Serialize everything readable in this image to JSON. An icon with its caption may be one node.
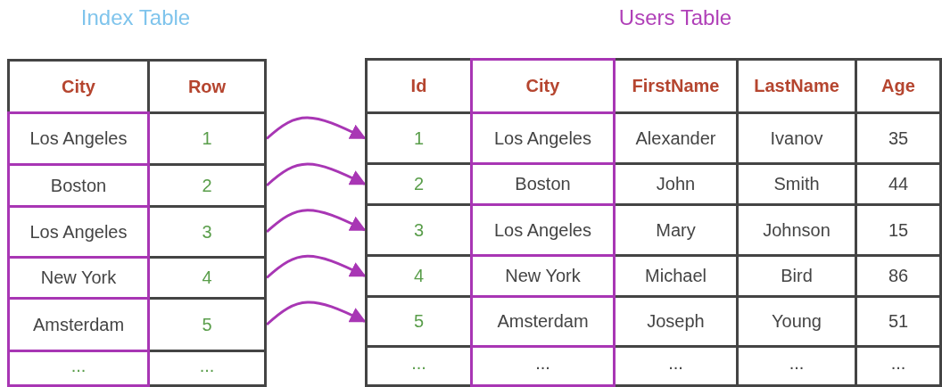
{
  "diagram": {
    "nodes": [
      {
        "text": [
          "Index Table"
        ]
      },
      {
        "text": [
          "City"
        ],
        "in": 0
      },
      {
        "text": [
          "Row"
        ],
        "in": 0
      },
      {
        "text": [
          "Los Angeles"
        ],
        "in": 0
      },
      {
        "text": [
          "1"
        ],
        "in": 0
      },
      {
        "text": [
          "Boston"
        ],
        "in": 0
      },
      {
        "text": [
          "2"
        ],
        "in": 0
      },
      {
        "text": [
          "Los Angeles"
        ],
        "in": 0
      },
      {
        "text": [
          "3"
        ],
        "in": 0
      },
      {
        "text": [
          "New York"
        ],
        "in": 0
      },
      {
        "text": [
          "4"
        ],
        "in": 0
      },
      {
        "text": [
          "Amsterdam"
        ],
        "in": 0
      },
      {
        "text": [
          "5"
        ],
        "in": 0
      },
      {
        "text": [
          "..."
        ],
        "in": 0
      },
      {
        "text": [
          "..."
        ],
        "in": 0
      },
      {
        "text": [
          "Users Table"
        ]
      },
      {
        "text": [
          "Id"
        ],
        "in": 15
      },
      {
        "text": [
          "City"
        ],
        "in": 15
      },
      {
        "text": [
          "FirstName"
        ],
        "in": 15
      },
      {
        "text": [
          "LastName"
        ],
        "in": 15
      },
      {
        "text": [
          "Age"
        ],
        "in": 15
      },
      {
        "text": [
          "1"
        ],
        "in": 15
      },
      {
        "text": [
          "Los Angeles"
        ],
        "in": 15
      },
      {
        "text": [
          "Alexander"
        ],
        "in": 15
      },
      {
        "text": [
          "Ivanov"
        ],
        "in": 15
      },
      {
        "text": [
          "35"
        ],
        "in": 15
      },
      {
        "text": [
          "2"
        ],
        "in": 15
      },
      {
        "text": [
          "Boston"
        ],
        "in": 15
      },
      {
        "text": [
          "John"
        ],
        "in": 15
      },
      {
        "text": [
          "Smith"
        ],
        "in": 15
      },
      {
        "text": [
          "44"
        ],
        "in": 15
      },
      {
        "text": [
          "3"
        ],
        "in": 15
      },
      {
        "text": [
          "Los Angeles"
        ],
        "in": 15
      },
      {
        "text": [
          "Mary"
        ],
        "in": 15
      },
      {
        "text": [
          "Johnson"
        ],
        "in": 15
      },
      {
        "text": [
          "15"
        ],
        "in": 15
      },
      {
        "text": [
          "4"
        ],
        "in": 15
      },
      {
        "text": [
          "New York"
        ],
        "in": 15
      },
      {
        "text": [
          "Michael"
        ],
        "in": 15
      },
      {
        "text": [
          "Bird"
        ],
        "in": 15
      },
      {
        "text": [
          "86"
        ],
        "in": 15
      },
      {
        "text": [
          "5"
        ],
        "in": 15
      },
      {
        "text": [
          "Amsterdam"
        ],
        "in": 15
      },
      {
        "text": [
          "Joseph"
        ],
        "in": 15
      },
      {
        "text": [
          "Young"
        ],
        "in": 15
      },
      {
        "text": [
          "51"
        ],
        "in": 15
      },
      {
        "text": [
          "..."
        ],
        "in": 15
      },
      {
        "text": [
          "..."
        ],
        "in": 15
      },
      {
        "text": [
          "..."
        ],
        "in": 15
      },
      {
        "text": [
          "..."
        ],
        "in": 15
      },
      {
        "text": [
          "..."
        ],
        "in": 15
      }
    ],
    "edges": [
      {
        "from": 4,
        "to": 21,
        "arrow": "to"
      },
      {
        "from": 6,
        "to": 26,
        "arrow": "to"
      },
      {
        "from": 8,
        "to": 31,
        "arrow": "to"
      },
      {
        "from": 10,
        "to": 36,
        "arrow": "to"
      },
      {
        "from": 12,
        "to": 41,
        "arrow": "to"
      }
    ]
  }
}
